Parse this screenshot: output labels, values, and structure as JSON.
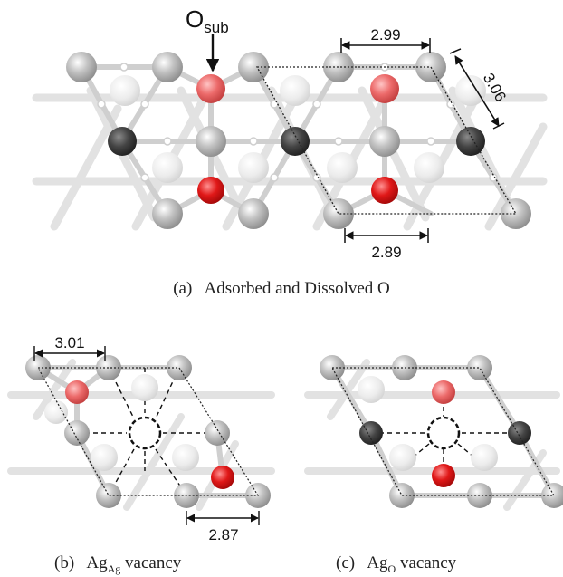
{
  "panels": {
    "a": {
      "callout": "O",
      "callout_sub": "sub",
      "dims": {
        "top": "2.99",
        "side": "3.06",
        "bottom": "2.89"
      },
      "caption": {
        "letter": "(a)",
        "text": "Adsorbed and Dissolved O"
      }
    },
    "b": {
      "dims": {
        "top": "3.01",
        "bottom": "2.87"
      },
      "caption": {
        "letter": "(b)",
        "main": "Ag",
        "sub": "Ag",
        "rest": "vacancy"
      }
    },
    "c": {
      "caption": {
        "letter": "(c)",
        "main": "Ag",
        "sub": "O",
        "rest": "vacancy"
      }
    }
  },
  "colors": {
    "ag_atom": "#b4b4b4",
    "ag_light_atom": "#e6e6e6",
    "ag_dark_atom": "#404040",
    "o_surface": "#e8605f",
    "o_dissolved": "#d81e1e",
    "bond": "#d0d0d0"
  }
}
